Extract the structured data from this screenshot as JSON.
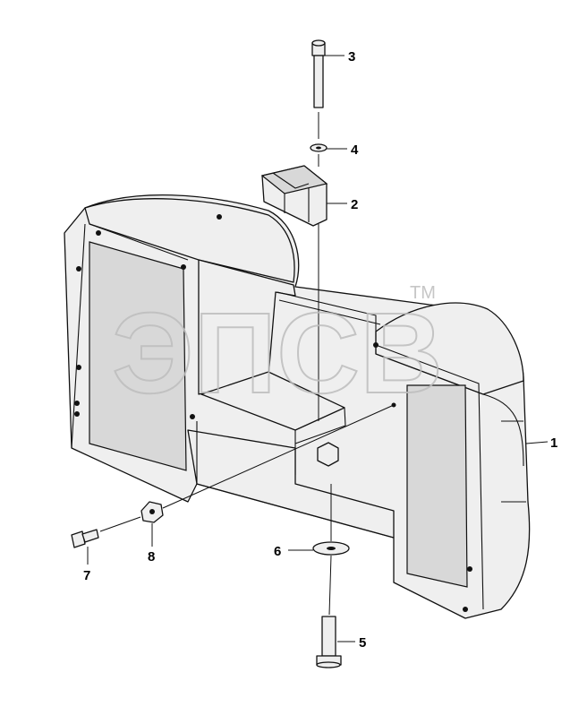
{
  "watermark": {
    "text": "ЭПСВ",
    "trademark": "TM"
  },
  "callouts": [
    {
      "id": "1",
      "label": "1"
    },
    {
      "id": "2",
      "label": "2"
    },
    {
      "id": "3",
      "label": "3"
    },
    {
      "id": "4",
      "label": "4"
    },
    {
      "id": "5",
      "label": "5"
    },
    {
      "id": "6",
      "label": "6"
    },
    {
      "id": "7",
      "label": "7"
    },
    {
      "id": "8",
      "label": "8"
    }
  ]
}
